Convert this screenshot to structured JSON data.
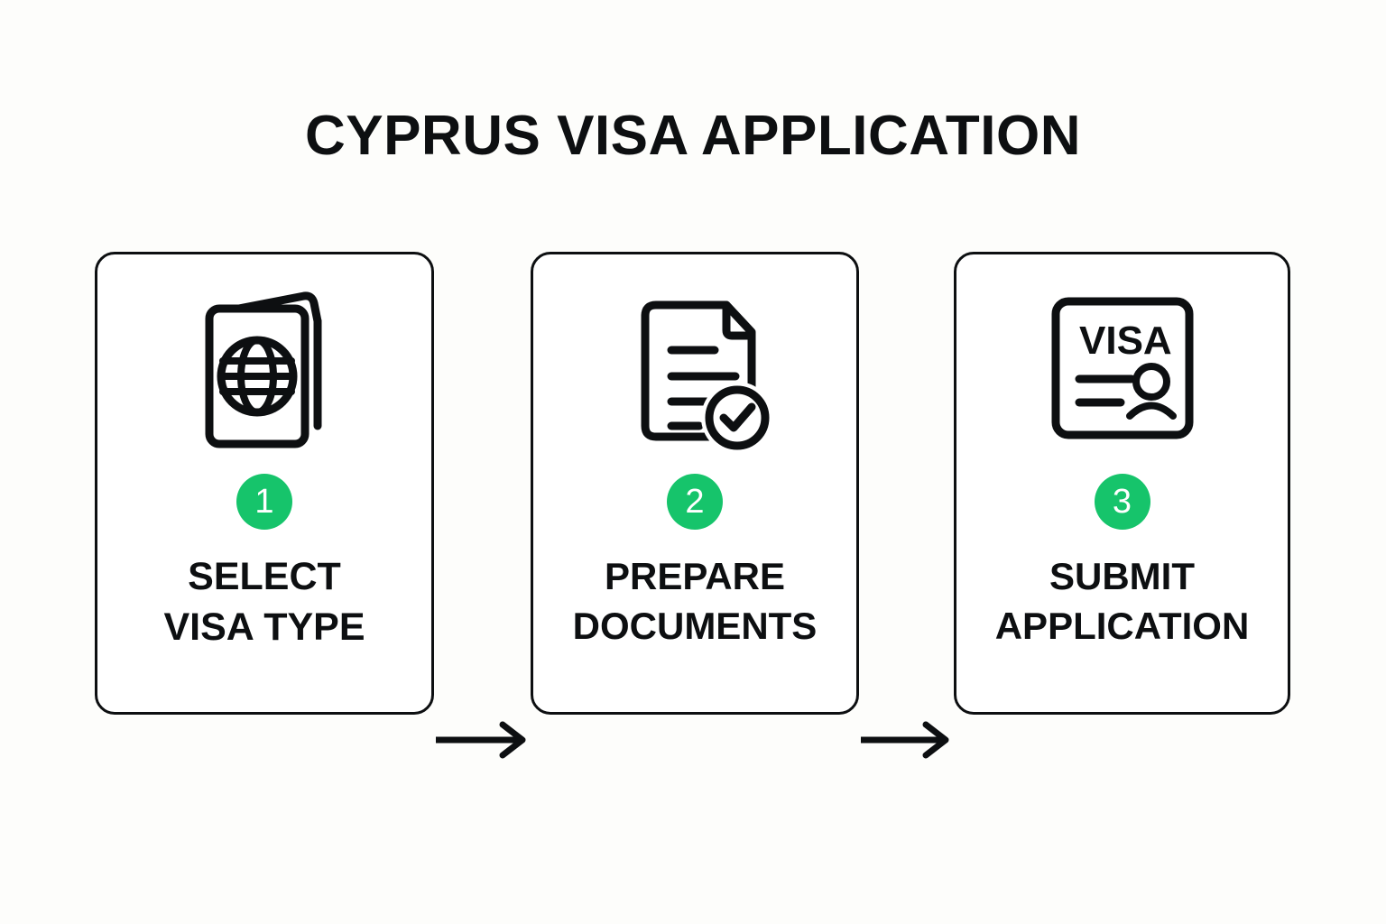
{
  "page": {
    "title": "CYPRUS VISA APPLICATION",
    "background_color": "#fdfdfb",
    "ink_color": "#0d0f11",
    "accent_color": "#16c46b"
  },
  "steps": [
    {
      "number": "1",
      "label": "SELECT\nVISA TYPE",
      "icon": "passport-globe-icon"
    },
    {
      "number": "2",
      "label": "PREPARE\nDOCUMENTS",
      "icon": "document-check-icon"
    },
    {
      "number": "3",
      "label": "SUBMIT\nAPPLICATION",
      "icon": "visa-card-icon",
      "icon_text": "VISA"
    }
  ],
  "connectors": [
    {
      "name": "arrow-step1-step2",
      "direction": "right"
    },
    {
      "name": "arrow-step2-step3",
      "direction": "right"
    }
  ]
}
